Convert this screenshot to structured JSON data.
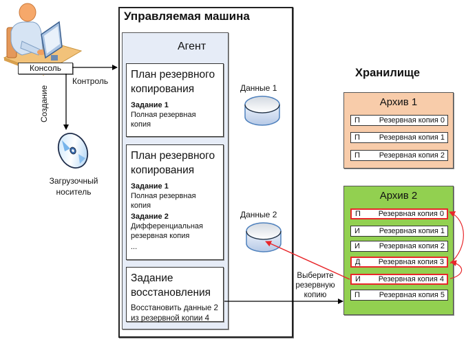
{
  "console": {
    "label": "Консоль",
    "icon": "user-at-computer-icon"
  },
  "connectors": {
    "control_label": "Контроль",
    "create_label": "Создание",
    "select_backup_label": [
      "Выберите",
      "резервную",
      "копию"
    ]
  },
  "boot_media": {
    "icon": "cd-disc-icon",
    "label": [
      "Загрузочный",
      "носитель"
    ]
  },
  "managed_machine": {
    "title": "Управляемая машина",
    "agent": {
      "title": "Агент",
      "plans": [
        {
          "title": [
            "План резервного",
            "копирования"
          ],
          "tasks": [
            {
              "name": "Задание 1",
              "description": [
                "Полная резервная",
                "копия"
              ]
            }
          ]
        },
        {
          "title": [
            "План резервного",
            "копирования"
          ],
          "tasks": [
            {
              "name": "Задание 1",
              "description": [
                "Полная резервная",
                "копия"
              ]
            },
            {
              "name": "Задание 2",
              "description": [
                "Дифференциальная",
                "резервная копия"
              ]
            }
          ],
          "ellipsis": "..."
        }
      ],
      "recovery_task": {
        "title": [
          "Задание",
          "восстановления"
        ],
        "description": [
          "Восстановить данные 2",
          "из резервной копии 4"
        ]
      }
    },
    "data": [
      {
        "label": "Данные 1",
        "icon": "database-icon"
      },
      {
        "label": "Данные 2",
        "icon": "database-icon"
      }
    ]
  },
  "storage": {
    "title": "Хранилище",
    "archives": [
      {
        "title": "Архив 1",
        "color": "#f8ccaa",
        "backups": [
          {
            "type": "П",
            "name": "Резервная копия 0",
            "highlighted": false
          },
          {
            "type": "П",
            "name": "Резервная копия 1",
            "highlighted": false
          },
          {
            "type": "П",
            "name": "Резервная копия 2",
            "highlighted": false
          }
        ]
      },
      {
        "title": "Архив 2",
        "color": "#92d050",
        "backups": [
          {
            "type": "П",
            "name": "Резервная копия 0",
            "highlighted": true
          },
          {
            "type": "И",
            "name": "Резервная копия 1",
            "highlighted": false
          },
          {
            "type": "И",
            "name": "Резервная копия 2",
            "highlighted": false
          },
          {
            "type": "Д",
            "name": "Резервная копия 3",
            "highlighted": true
          },
          {
            "type": "И",
            "name": "Резервная копия 4",
            "highlighted": true
          },
          {
            "type": "П",
            "name": "Резервная копия 5",
            "highlighted": false
          }
        ]
      }
    ]
  },
  "colors": {
    "highlight": "#e8262a",
    "agent_bg": "#e6ecf7",
    "disk_blue": "#4f81bd"
  }
}
